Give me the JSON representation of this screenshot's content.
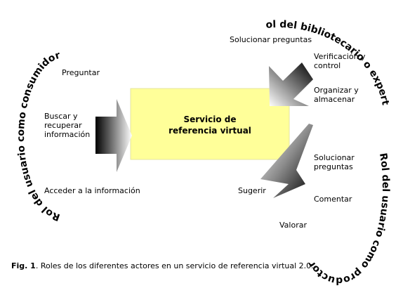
{
  "center": {
    "title": "Servicio de\nreferencia virtual",
    "fill_color": "#FFFF99",
    "border_color": "#E6E6A0"
  },
  "roles": {
    "consumer": "Rol del usuario como consumidor",
    "librarian": "Rol del bibliotecario o experto",
    "producer": "Rol del usuario como productor"
  },
  "consumer_actions": {
    "preguntar": "Preguntar",
    "buscar": "Buscar y\nrecuperar\ninformación",
    "acceder": "Acceder a la información"
  },
  "librarian_actions": {
    "solucionar": "Solucionar preguntas",
    "verificacion": "Verificación y\ncontrol",
    "organizar": "Organizar y\nalmacenar"
  },
  "producer_actions": {
    "solucionar": "Solucionar\npreguntas",
    "sugerir": "Sugerir",
    "comentar": "Comentar",
    "valorar": "Valorar"
  },
  "caption": {
    "prefix": "Fig. 1",
    "text": ". Roles de los diferentes actores en un servicio de referencia virtual 2.0."
  },
  "icons": [
    "arrow-right-icon",
    "arrow-down-left-icon",
    "arrow-up-left-icon"
  ]
}
